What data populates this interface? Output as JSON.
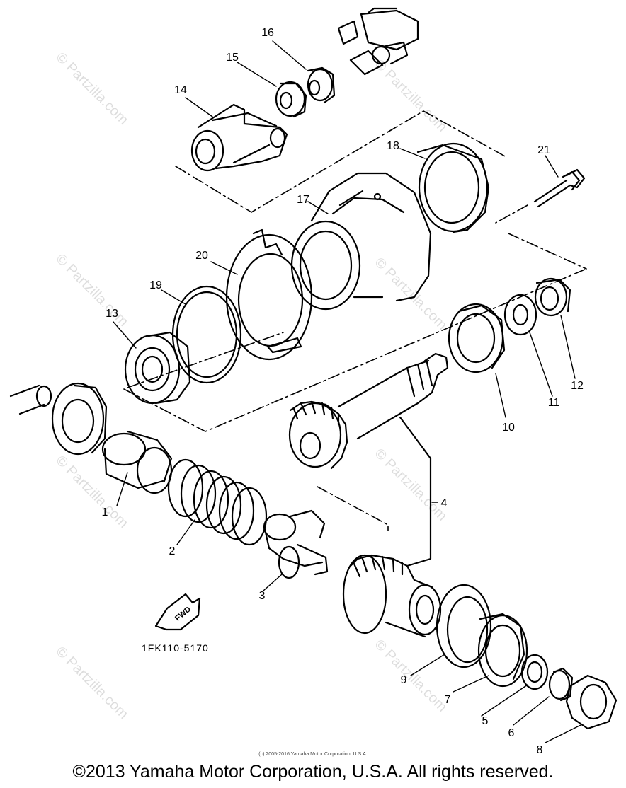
{
  "diagram": {
    "callouts": [
      "1",
      "2",
      "3",
      "4",
      "5",
      "6",
      "7",
      "8",
      "9",
      "10",
      "11",
      "12",
      "13",
      "14",
      "15",
      "16",
      "17",
      "18",
      "19",
      "20",
      "21"
    ],
    "part_code": "1FK110-5170",
    "direction_marker": "FWD",
    "watermark": "© Partzilla.com",
    "fine_print": "(c) 2005-2016 Yamaha Motor Corporation, U.S.A.",
    "copyright": "©2013 Yamaha Motor Corporation, U.S.A. All rights reserved."
  }
}
